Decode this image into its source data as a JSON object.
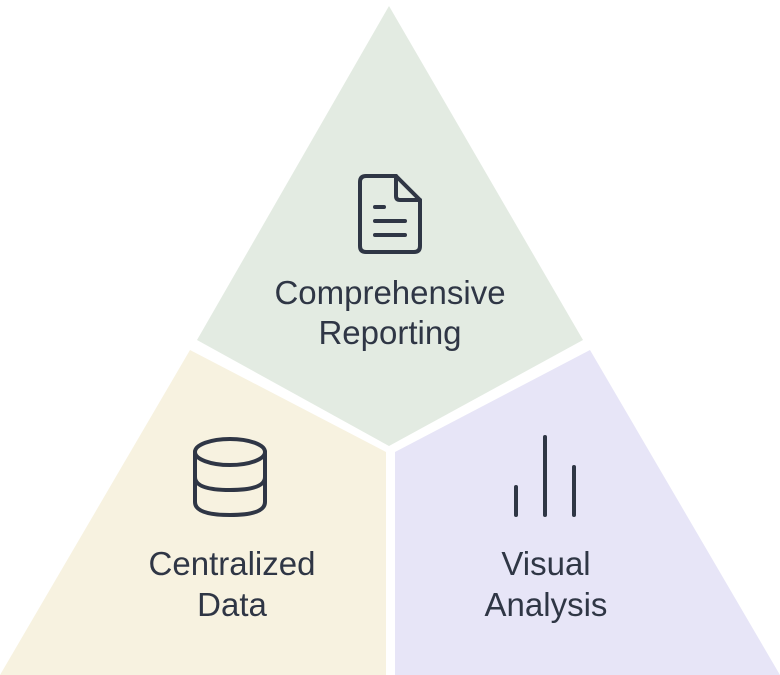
{
  "segments": {
    "top": {
      "label_line1": "Comprehensive",
      "label_line2": "Reporting",
      "icon": "document-icon",
      "color": "#e3ebe2"
    },
    "left": {
      "label_line1": "Centralized",
      "label_line2": "Data",
      "icon": "database-icon",
      "color": "#f7f2e0"
    },
    "right": {
      "label_line1": "Visual",
      "label_line2": "Analysis",
      "icon": "bar-chart-icon",
      "color": "#e7e5f7"
    }
  },
  "colors": {
    "text": "#2f3645",
    "divider": "#ffffff"
  }
}
